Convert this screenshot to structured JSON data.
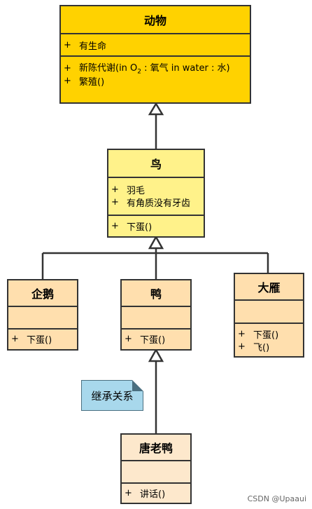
{
  "classes": {
    "animal": {
      "name": "动物",
      "attributes": [
        {
          "vis": "+",
          "text": "有生命"
        }
      ],
      "methods": [
        {
          "vis": "+",
          "text_a": "新陈代谢(in O",
          "sub": "2",
          "text_b": " : 氧气  in water : 水)"
        },
        {
          "vis": "+",
          "text": "繁殖()"
        }
      ]
    },
    "bird": {
      "name": "鸟",
      "attributes": [
        {
          "vis": "+",
          "text": "羽毛"
        },
        {
          "vis": "+",
          "text": "有角质没有牙齿"
        }
      ],
      "methods": [
        {
          "vis": "+",
          "text": "下蛋()"
        }
      ]
    },
    "penguin": {
      "name": "企鹅",
      "methods": [
        {
          "vis": "+",
          "text": "下蛋()"
        }
      ]
    },
    "duck": {
      "name": "鸭",
      "methods": [
        {
          "vis": "+",
          "text": "下蛋()"
        }
      ]
    },
    "goose": {
      "name": "大雁",
      "methods": [
        {
          "vis": "+",
          "text": "下蛋()"
        },
        {
          "vis": "+",
          "text": "飞()"
        }
      ]
    },
    "donald": {
      "name": "唐老鸭",
      "methods": [
        {
          "vis": "+",
          "text": "讲话()"
        }
      ]
    }
  },
  "note": {
    "text": "继承关系"
  },
  "watermark": "CSDN @Upaaui",
  "colors": {
    "animal": "#ffd200",
    "bird": "#fff28a",
    "tier2": "#ffdfae",
    "donald": "#fde8cc",
    "line": "#333333",
    "note": "#a8d8ec"
  }
}
